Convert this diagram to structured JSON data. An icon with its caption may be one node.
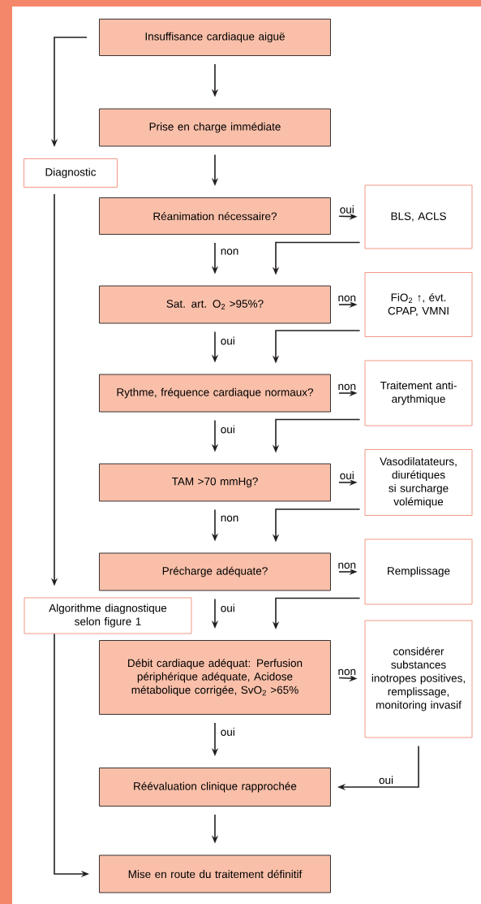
{
  "diagram": {
    "nodes": [
      {
        "text": [
          "Insuffisance cardiaque aiguë"
        ]
      },
      {
        "text": [
          "Prise en charge immédiate"
        ]
      },
      {
        "text": [
          "Réanimation nécessaire?"
        ]
      },
      {
        "text": [
          "BLS, ACLS"
        ]
      },
      {
        "text": [
          "Sat. art. O$_{2}$ >95%?"
        ]
      },
      {
        "text": [
          "FiO$_{2}$ ↑, évt. CPAP, VMNI"
        ]
      },
      {
        "text": [
          "Rythme, fréquence cardiaque normaux?"
        ]
      },
      {
        "text": [
          "Traitement anti-arythmique"
        ]
      },
      {
        "text": [
          "TAM >70 mmHg?"
        ]
      },
      {
        "text": [
          "Vasodilatateurs, diurétiques si surcharge volémique"
        ]
      },
      {
        "text": [
          "Précharge adéquate?"
        ]
      },
      {
        "text": [
          "Remplissage"
        ]
      },
      {
        "text": [
          "Débit cardiaque adéquat: Perfusion périphérique adéquate, Acidose métabolique corrigée, SvO$_{2}$ >65%"
        ]
      },
      {
        "text": [
          "considérer substances inotropes positives, remplissage, monitoring invasif"
        ]
      },
      {
        "text": [
          "Réévaluation clinique rapprochée"
        ]
      },
      {
        "text": [
          "Mise en route du traitement définitif"
        ]
      },
      {
        "text": [
          "Diagnostic"
        ]
      },
      {
        "text": [
          "Algorithme diagnostique selon figure 1"
        ]
      }
    ],
    "edges": [
      {
        "from": 0,
        "to": 1,
        "arrow": "to"
      },
      {
        "from": 1,
        "to": 2,
        "arrow": "to"
      },
      {
        "from": 2,
        "to": 3,
        "arrow": "to",
        "label": "oui"
      },
      {
        "from": 2,
        "to": 4,
        "arrow": "to",
        "label": "non"
      },
      {
        "from": 3,
        "to": 4,
        "arrow": "to"
      },
      {
        "from": 4,
        "to": 5,
        "arrow": "to",
        "label": "non"
      },
      {
        "from": 4,
        "to": 6,
        "arrow": "to",
        "label": "oui"
      },
      {
        "from": 5,
        "to": 6,
        "arrow": "to"
      },
      {
        "from": 6,
        "to": 7,
        "arrow": "to",
        "label": "non"
      },
      {
        "from": 6,
        "to": 8,
        "arrow": "to",
        "label": "oui"
      },
      {
        "from": 7,
        "to": 8,
        "arrow": "to"
      },
      {
        "from": 8,
        "to": 9,
        "arrow": "to",
        "label": "oui"
      },
      {
        "from": 8,
        "to": 10,
        "arrow": "to",
        "label": "non"
      },
      {
        "from": 9,
        "to": 10,
        "arrow": "to"
      },
      {
        "from": 10,
        "to": 11,
        "arrow": "to",
        "label": "non"
      },
      {
        "from": 10,
        "to": 12,
        "arrow": "to",
        "label": "oui"
      },
      {
        "from": 11,
        "to": 12,
        "arrow": "to"
      },
      {
        "from": 12,
        "to": 13,
        "arrow": "to",
        "label": "non"
      },
      {
        "from": 12,
        "to": 14,
        "arrow": "to",
        "label": "oui"
      },
      {
        "from": 13,
        "to": 14,
        "arrow": "to",
        "label": "oui"
      },
      {
        "from": 14,
        "to": 15,
        "arrow": "to"
      },
      {
        "from": 0,
        "to": 16,
        "arrow": "to"
      },
      {
        "from": 16,
        "to": 17,
        "arrow": "to"
      },
      {
        "from": 17,
        "to": 15,
        "arrow": "to"
      }
    ]
  }
}
